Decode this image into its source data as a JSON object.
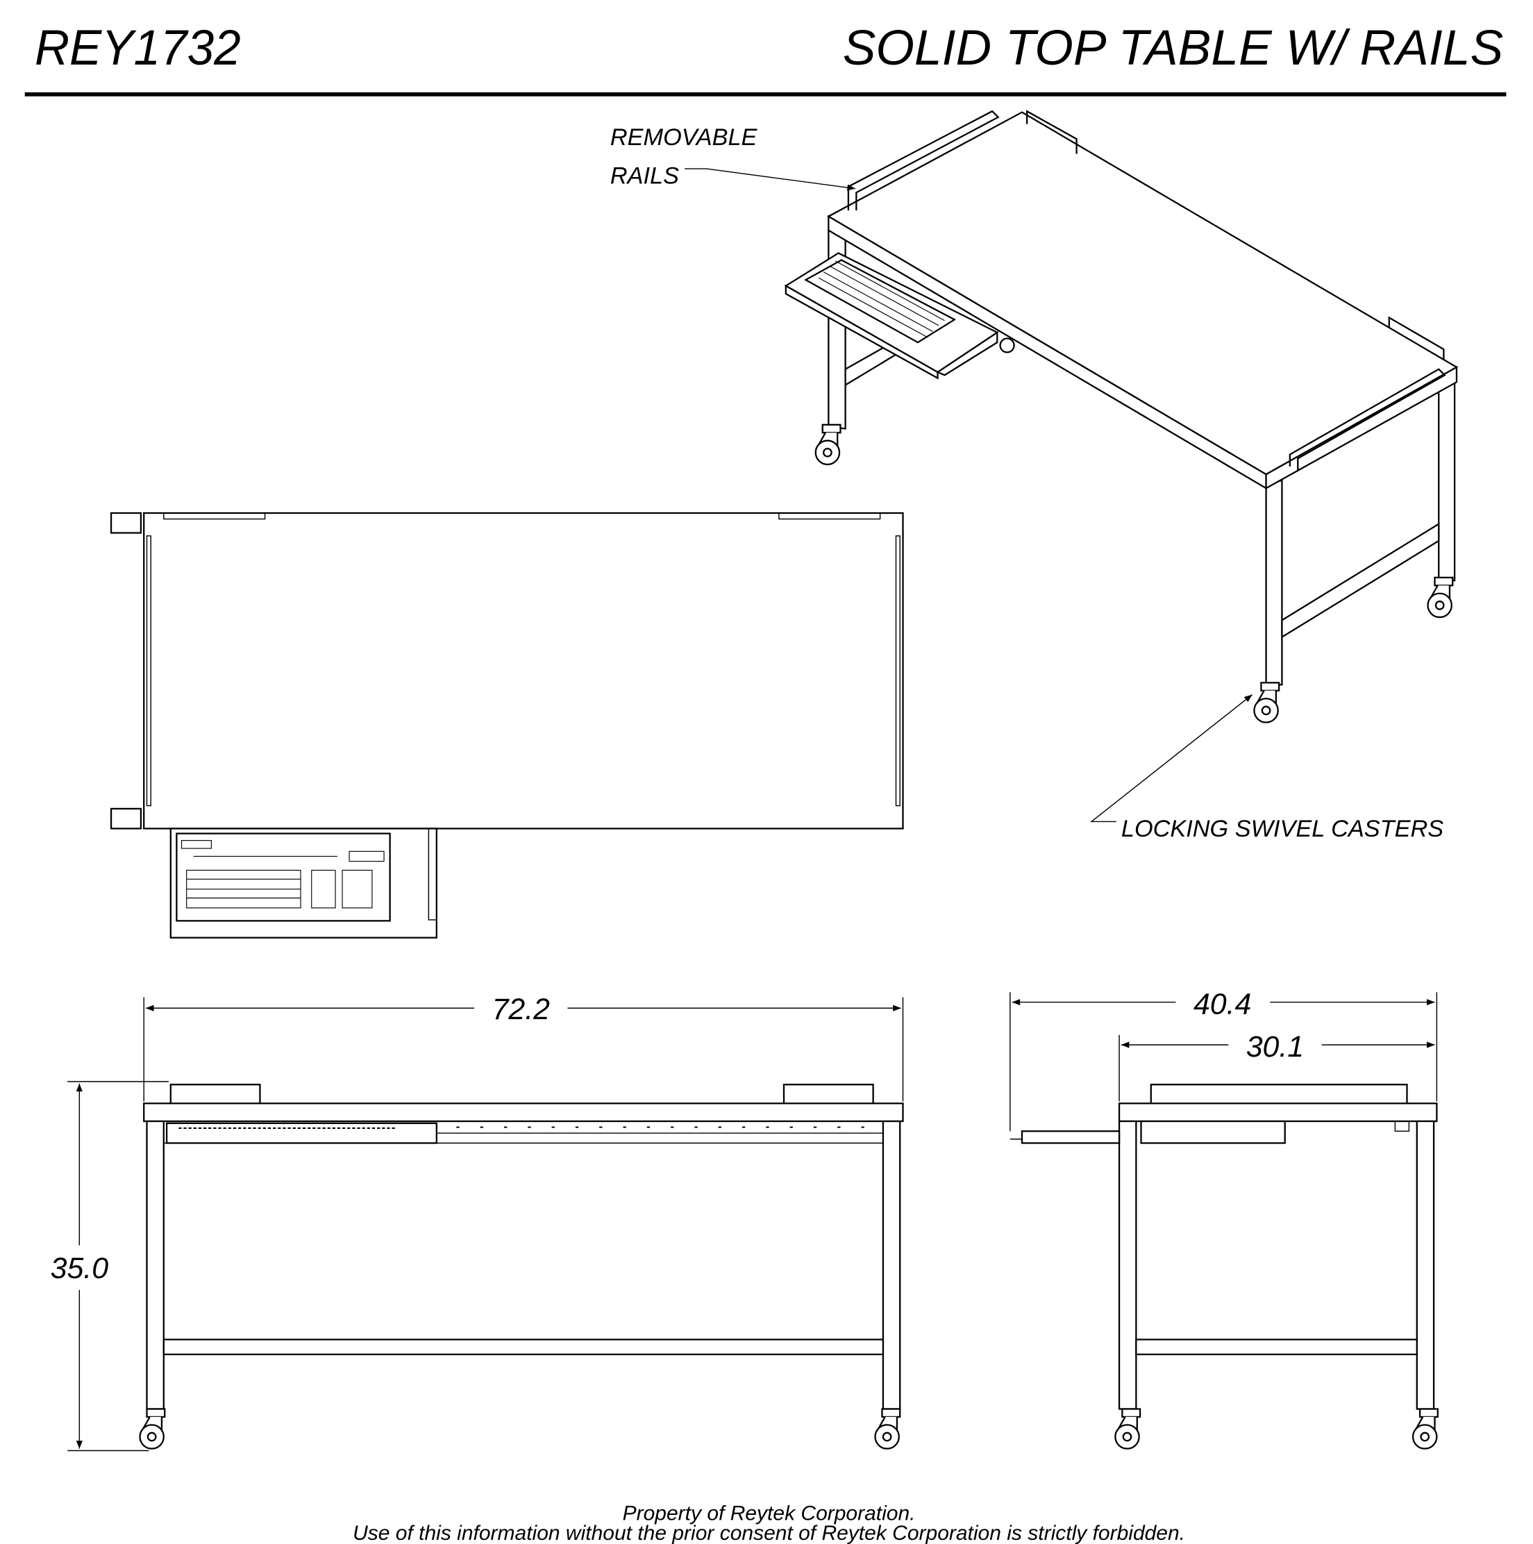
{
  "header": {
    "part_number": "REY1732",
    "title": "SOLID TOP TABLE W/ RAILS"
  },
  "callouts": {
    "rails_line1": "REMOVABLE",
    "rails_line2": "RAILS",
    "casters": "LOCKING SWIVEL CASTERS"
  },
  "dimensions": {
    "front_width": "72.2",
    "height": "35.0",
    "side_overall": "40.4",
    "side_table": "30.1"
  },
  "footer": {
    "line1": "Property of Reytek Corporation.",
    "line2": "Use of this information without the prior consent of Reytek Corporation is strictly forbidden."
  }
}
